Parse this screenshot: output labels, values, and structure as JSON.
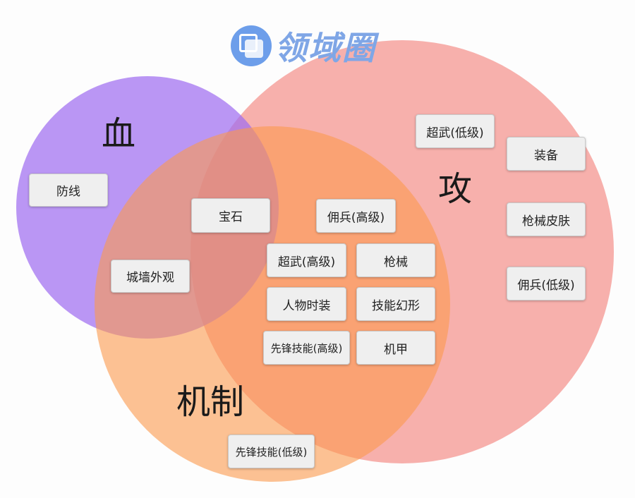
{
  "logo": {
    "text": "领域圈"
  },
  "colors": {
    "blood": "#b07df2",
    "attack": "#f59a95",
    "mechanism": "#fba862"
  },
  "sets": {
    "blood": "血",
    "attack": "攻",
    "mechanism": "机制"
  },
  "items": [
    "防线",
    "宝石",
    "佣兵(高级)",
    "超武(低级)",
    "装备",
    "枪械皮肤",
    "佣兵(低级)",
    "城墙外观",
    "超武(高级)",
    "枪械",
    "人物时装",
    "技能幻形",
    "先锋技能(高级)",
    "机甲",
    "先锋技能(低级)"
  ]
}
